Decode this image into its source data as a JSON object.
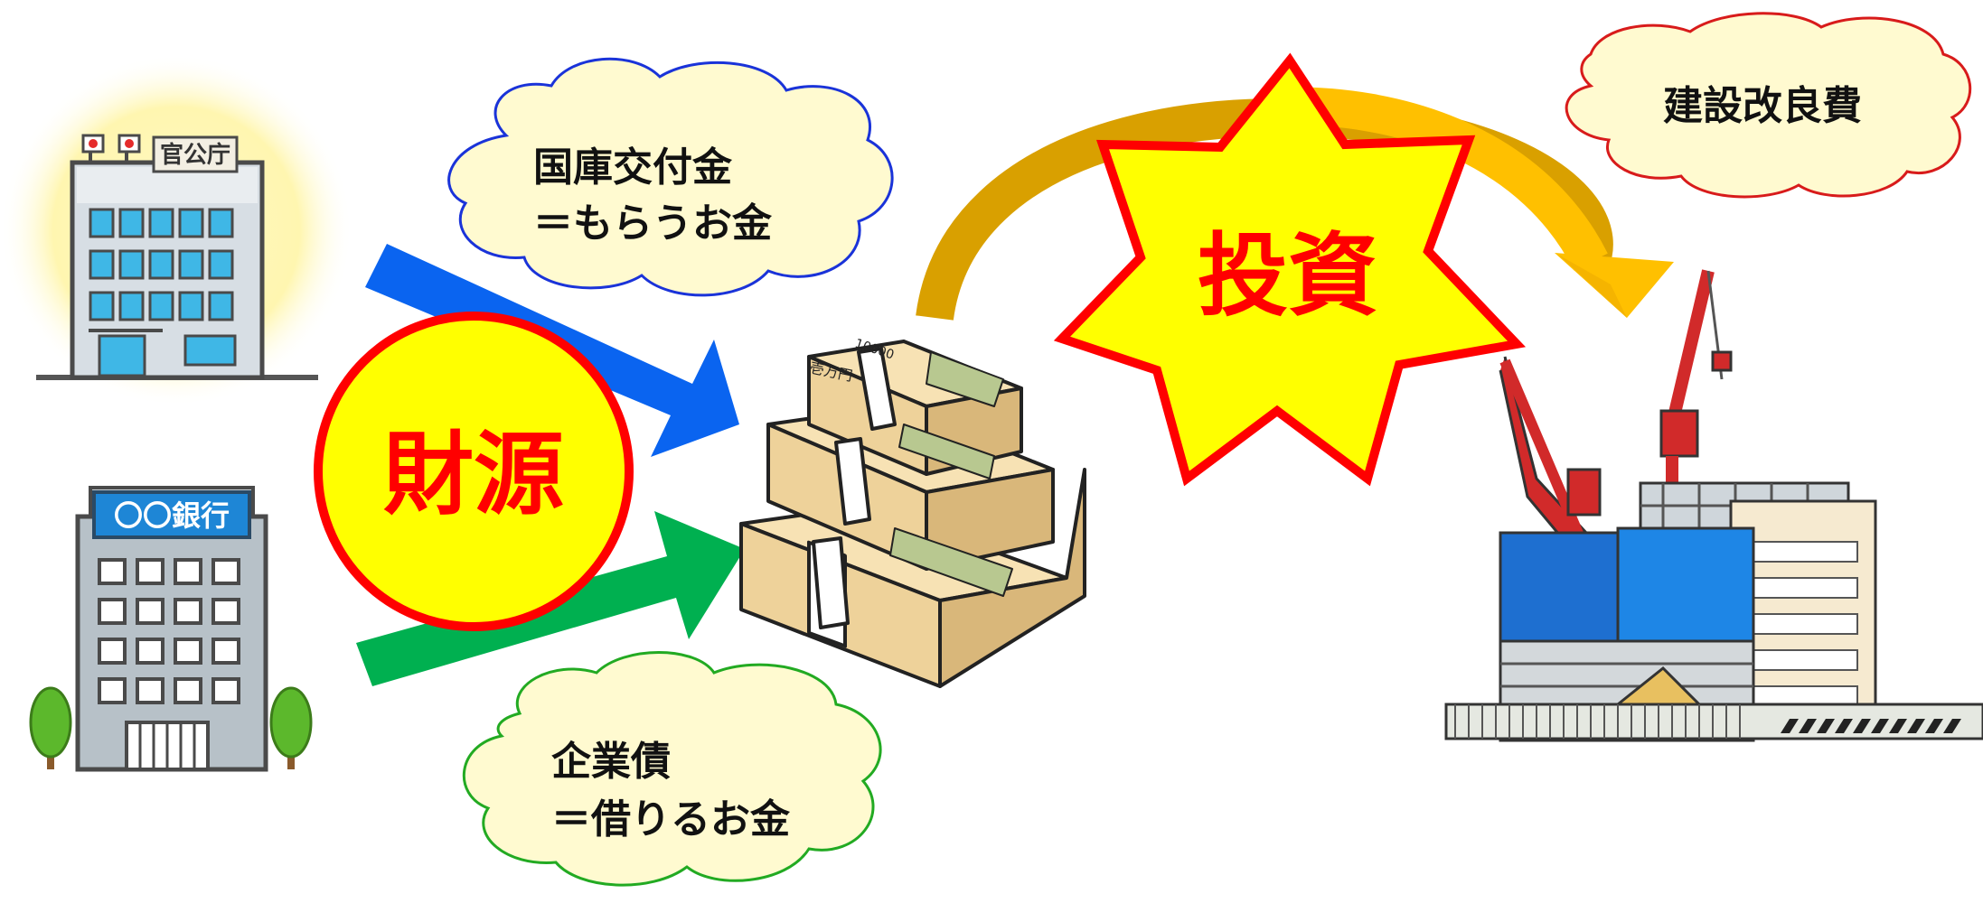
{
  "gov_building": {
    "sign": "官公庁"
  },
  "bank_building": {
    "sign": "〇〇銀行"
  },
  "zaigen_badge": {
    "label": "財源"
  },
  "toshi_badge": {
    "label": "投資"
  },
  "cloud_kokko": {
    "line1": "国庫交付金",
    "line2": "＝もらうお金"
  },
  "cloud_kigyosai": {
    "line1": "企業債",
    "line2": "＝借りるお金"
  },
  "cloud_kensetsu": {
    "label": "建設改良費"
  },
  "money": {
    "band_label": "壱万円",
    "bill_number": "10000"
  },
  "colors": {
    "blue_arrow": "#0a64f0",
    "green_arrow": "#00b050",
    "gold_arrow": "#f5b400",
    "badge_fill": "#ffff00",
    "badge_text": "#ff0000",
    "cloud_fill": "#fffad0"
  }
}
